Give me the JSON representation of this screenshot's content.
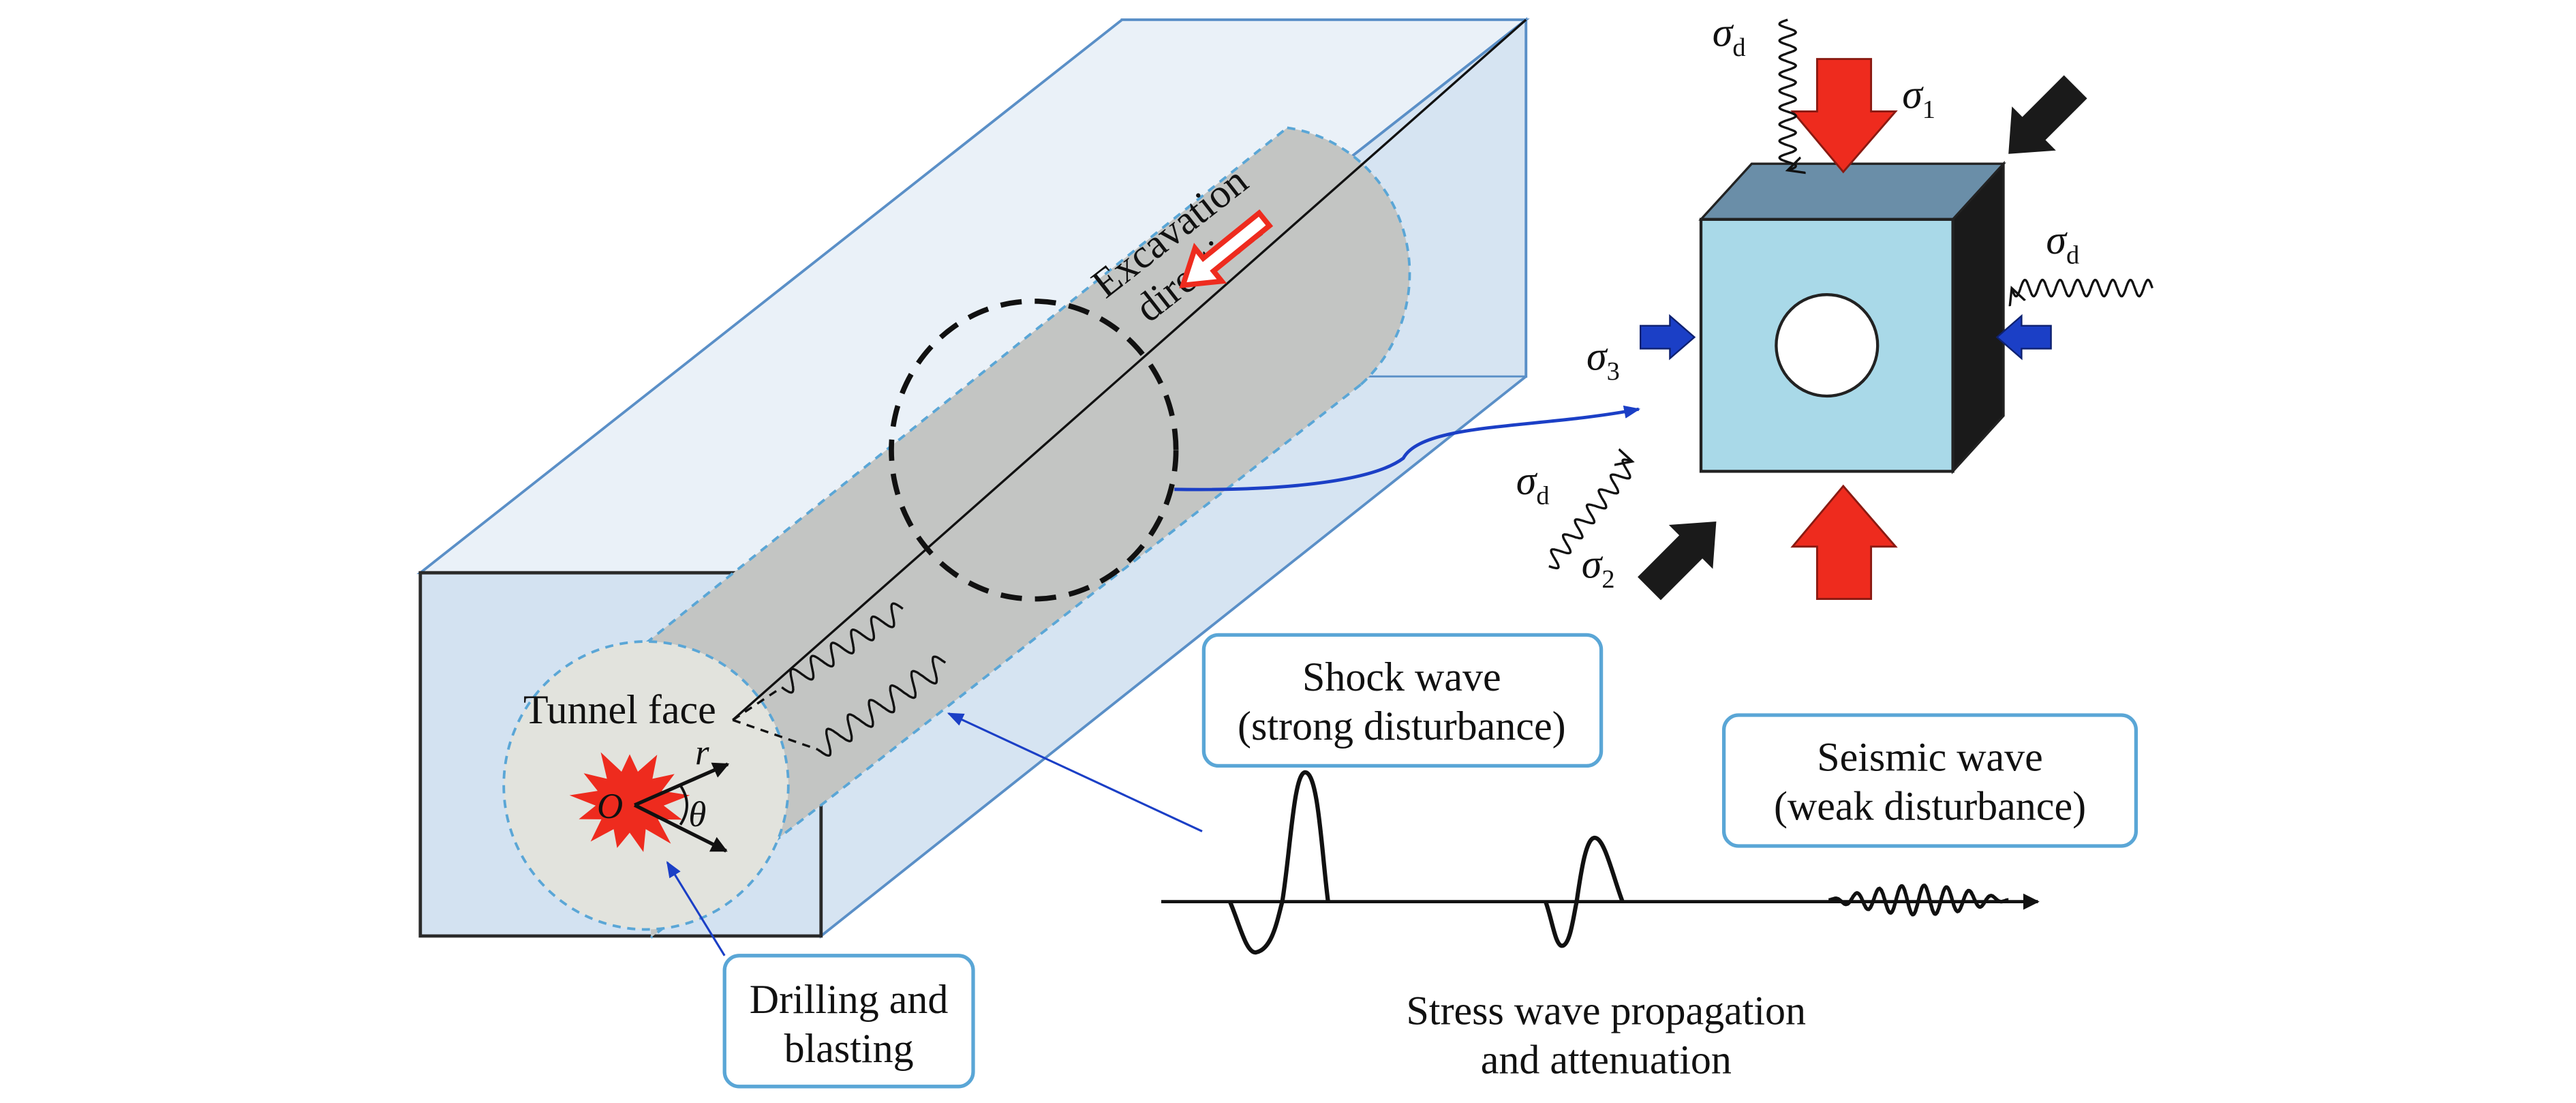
{
  "labels": {
    "excavation_line1": "Excavation",
    "excavation_line2": "direction",
    "tunnel_face": "Tunnel face",
    "origin": "O",
    "radius": "r",
    "theta": "θ",
    "drilling_line1": "Drilling and",
    "drilling_line2": "blasting",
    "shock_line1": "Shock wave",
    "shock_line2": "(strong disturbance)",
    "seismic_line1": "Seismic wave",
    "seismic_line2": "(weak disturbance)",
    "propagation_line1": "Stress wave propagation",
    "propagation_line2": "and attenuation"
  },
  "stress": {
    "sigma": "σ",
    "sub_d": "d",
    "sub_1": "1",
    "sub_2": "2",
    "sub_3": "3"
  },
  "colors": {
    "box_edge": "#5a8fc7",
    "box_fill": "#dde9f4",
    "tunnel_fill": "#c3c5c3",
    "face_fill": "#e2e3dd",
    "callout_border": "#5aa6d6",
    "red_arrow": "#ee2b1e",
    "blue_arrow": "#1b3fc6",
    "cube_front": "#a9d9e8",
    "cube_top": "#6a8ea8",
    "cube_side": "#1a1a1a"
  }
}
